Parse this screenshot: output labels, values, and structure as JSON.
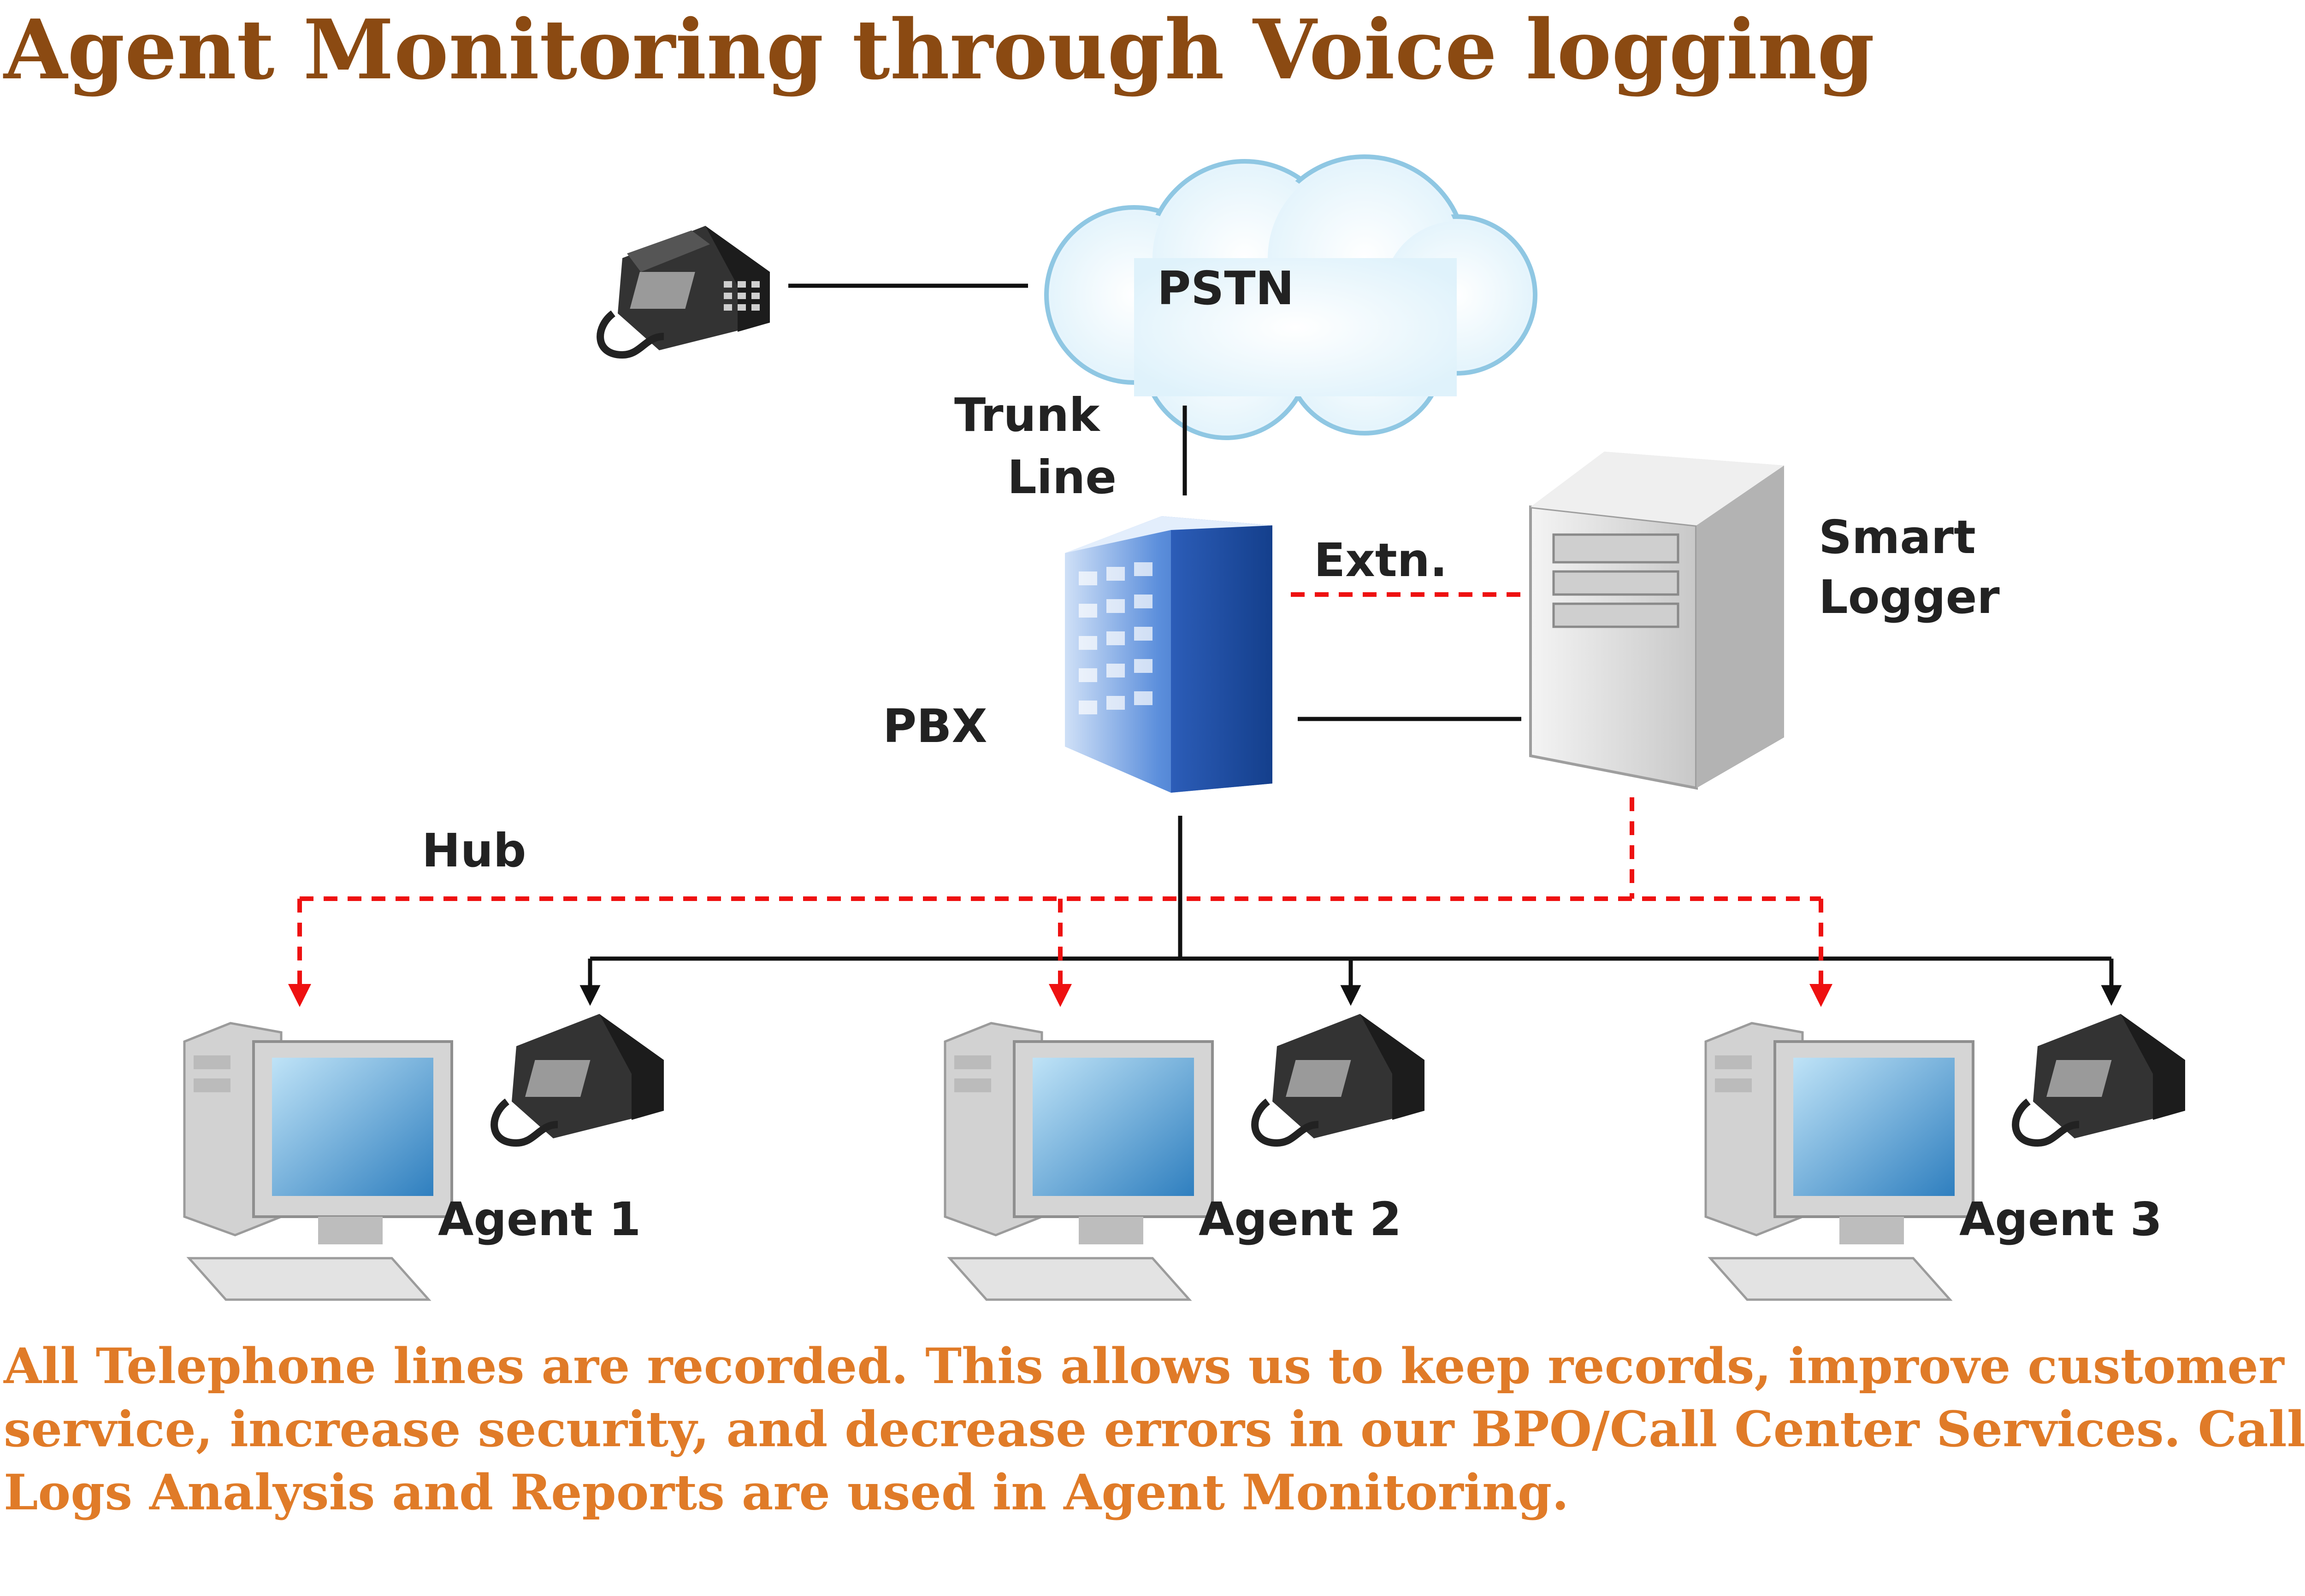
{
  "title": "Agent Monitoring through Voice logging",
  "diagram": {
    "pstn": "PSTN",
    "trunk_line": [
      "Trunk",
      "Line"
    ],
    "extn": "Extn.",
    "smart_logger": [
      "Smart",
      "Logger"
    ],
    "pbx": "PBX",
    "hub": "Hub",
    "agents": [
      "Agent 1",
      "Agent 2",
      "Agent 3"
    ]
  },
  "caption": "All Telephone lines are recorded. This allows us to keep records, improve customer service, increase security, and decrease errors in our BPO/Call Center Services. Call Logs Analysis and Reports are used in Agent Monitoring.",
  "colors": {
    "title": "#8b4a12",
    "caption": "#e07b28",
    "voice_log_link": "#ee1111",
    "phone_link": "#111111",
    "pbx": "#2a64c0"
  }
}
